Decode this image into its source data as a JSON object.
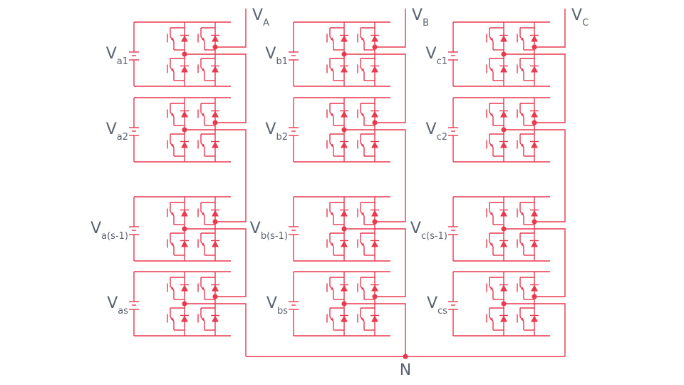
{
  "colors": {
    "wire": "#e8394f",
    "label": "#5a6270",
    "background": "#ffffff"
  },
  "phases": [
    {
      "id": "a",
      "output_label": {
        "base": "V",
        "sub": "A"
      },
      "cells": [
        {
          "base": "V",
          "sub": "a1"
        },
        {
          "base": "V",
          "sub": "a2"
        },
        {
          "base": "V",
          "sub": "a(s-1)"
        },
        {
          "base": "V",
          "sub": "as"
        }
      ]
    },
    {
      "id": "b",
      "output_label": {
        "base": "V",
        "sub": "B"
      },
      "cells": [
        {
          "base": "V",
          "sub": "b1"
        },
        {
          "base": "V",
          "sub": "b2"
        },
        {
          "base": "V",
          "sub": "b(s-1)"
        },
        {
          "base": "V",
          "sub": "bs"
        }
      ]
    },
    {
      "id": "c",
      "output_label": {
        "base": "V",
        "sub": "C"
      },
      "cells": [
        {
          "base": "V",
          "sub": "c1"
        },
        {
          "base": "V",
          "sub": "c2"
        },
        {
          "base": "V",
          "sub": "c(s-1)"
        },
        {
          "base": "V",
          "sub": "cs"
        }
      ]
    }
  ],
  "neutral": {
    "label": "N"
  },
  "icons": {
    "switch": "igbt-with-antiparallel-diode-icon",
    "source": "dc-source-icon",
    "node": "junction-dot-icon"
  }
}
